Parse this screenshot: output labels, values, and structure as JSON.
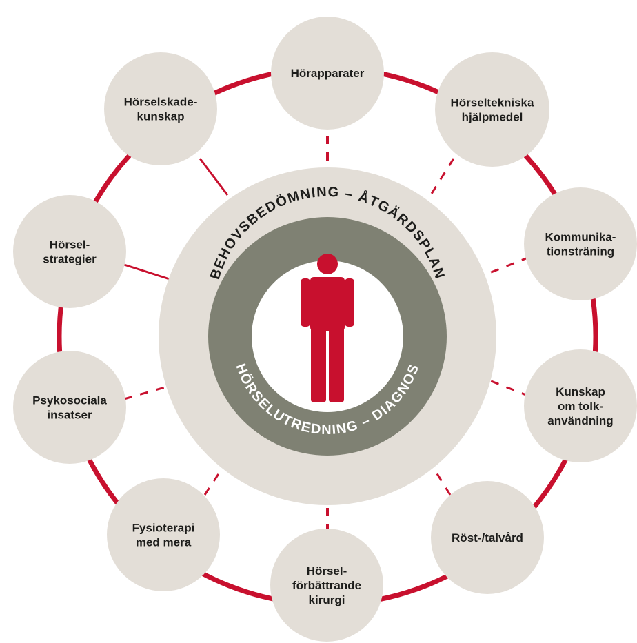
{
  "diagram": {
    "outer_ring_text": "BEHOVSBEDÖMNING – ÅTGÄRDSPLAN",
    "inner_ring_text": "HÖRSELUTREDNING – DIAGNOS",
    "center_figure": "person-icon",
    "colors": {
      "accent_red": "#c8102e",
      "node_fill": "#e3ded7",
      "outer_ring": "#e3ded7",
      "inner_ring": "#7f8173",
      "center": "#ffffff"
    },
    "nodes": [
      {
        "id": "horapparater",
        "lines": [
          "Hörapparater"
        ]
      },
      {
        "id": "horseltekniska-hjalpmedel",
        "lines": [
          "Hörseltekniska",
          "hjälpmedel"
        ]
      },
      {
        "id": "kommunikationstraning",
        "lines": [
          "Kommunika-",
          "tionsträning"
        ]
      },
      {
        "id": "kunskap-om-tolkanvandning",
        "lines": [
          "Kunskap",
          "om tolk-",
          "användning"
        ]
      },
      {
        "id": "rost-talvard",
        "lines": [
          "Röst-/talvård"
        ]
      },
      {
        "id": "horselforbattrande-kirurgi",
        "lines": [
          "Hörsel-",
          "förbättrande",
          "kirurgi"
        ]
      },
      {
        "id": "fysioterapi-med-mera",
        "lines": [
          "Fysioterapi",
          "med mera"
        ]
      },
      {
        "id": "psykosociala-insatser",
        "lines": [
          "Psykosociala",
          "insatser"
        ]
      },
      {
        "id": "horselstrategier",
        "lines": [
          "Hörsel-",
          "strategier"
        ]
      },
      {
        "id": "horselskadekunskap",
        "lines": [
          "Hörselskade-",
          "kunskap"
        ]
      }
    ]
  }
}
